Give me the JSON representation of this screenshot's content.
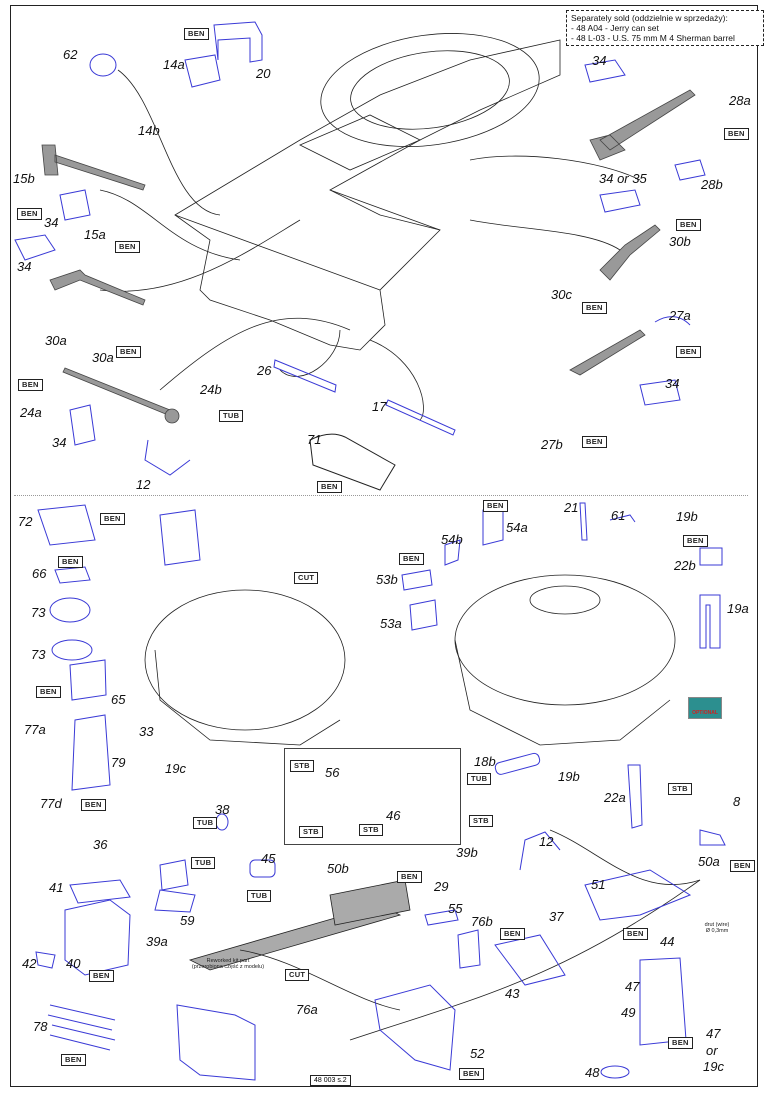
{
  "note": {
    "title": "Separately sold (oddzielnie w sprzedaży):",
    "lines": [
      "- 48 A04 - Jerry can set",
      "- 48 L-03 - U.S. 75 mm M 4 Sherman barrel"
    ]
  },
  "colors": {
    "part_line": "#3a3ad6",
    "ink": "#222222",
    "grey_part": "#9a9a9a"
  },
  "tags": {
    "ben": "BEN",
    "tub": "TUB",
    "stb": "STB",
    "cut": "CUT"
  },
  "upper": {
    "labels": {
      "p62": "62",
      "p14a": "14a",
      "p14b": "14b",
      "p20": "20",
      "p15b": "15b",
      "p15a": "15a",
      "p34_a": "34",
      "p34_b": "34",
      "p30a_1": "30a",
      "p30a_2": "30a",
      "p24a": "24a",
      "p24b": "24b",
      "p34_c": "34",
      "p12": "12",
      "p26": "26",
      "p17": "17",
      "p71": "71",
      "p34_top": "34",
      "p28a": "28a",
      "p28b": "28b",
      "p34or35": "34 or 35",
      "p30b": "30b",
      "p30c": "30c",
      "p27a": "27a",
      "p34_d": "34",
      "p27b": "27b"
    }
  },
  "lower": {
    "labels": {
      "p72": "72",
      "p66": "66",
      "p73_1": "73",
      "p73_2": "73",
      "p65": "65",
      "p77a": "77a",
      "p79": "79",
      "p77d": "77d",
      "p33": "33",
      "p19c": "19c",
      "p54b": "54b",
      "p54a": "54a",
      "p53b": "53b",
      "p53a": "53a",
      "p21": "21",
      "p61": "61",
      "p19b_top": "19b",
      "p22b": "22b",
      "p19a": "19a",
      "p56": "56",
      "p46": "46",
      "p18b": "18b",
      "p19b": "19b",
      "p22a": "22a",
      "p8": "8",
      "p38": "38",
      "p45": "45",
      "p59": "59",
      "p50b": "50b",
      "p39b": "39b",
      "p29": "29",
      "p55": "55",
      "p36": "36",
      "p41": "41",
      "p42": "42",
      "p40": "40",
      "p39a": "39a",
      "p78": "78",
      "p76b": "76b",
      "p37": "37",
      "p43": "43",
      "p76a": "76a",
      "p52": "52",
      "p12": "12",
      "p51": "51",
      "p50a": "50a",
      "p44": "44",
      "p47_1": "47",
      "p49": "49",
      "p47_2": "47",
      "p_or": "or",
      "p19c_2": "19c",
      "p48": "48"
    },
    "reworked_note": [
      "Reworked kit part",
      "(przerobiona część z modelu)"
    ],
    "drill_note": [
      "drut (wire)",
      "Ø 0,3mm"
    ],
    "optional_badge": "OPTIONAL"
  },
  "footer": {
    "code": "48 003 s.2"
  }
}
